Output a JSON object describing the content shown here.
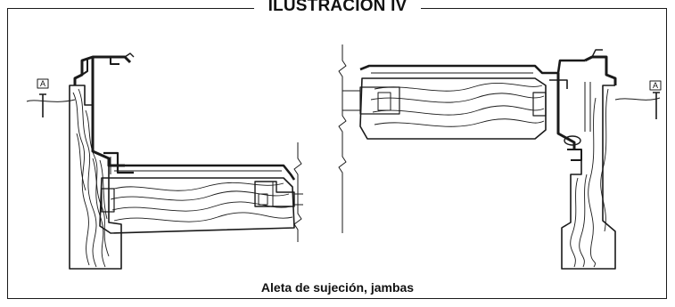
{
  "title": "ILUSTRACIÓN IV",
  "caption": "Aleta de sujeción, jambas",
  "labels": {
    "left_marker": "A",
    "right_marker": "A"
  },
  "colors": {
    "line": "#1a1a1a",
    "fill_dark": "#4a4a4a",
    "fill_mid": "#bdbdbd",
    "background": "#ffffff"
  }
}
